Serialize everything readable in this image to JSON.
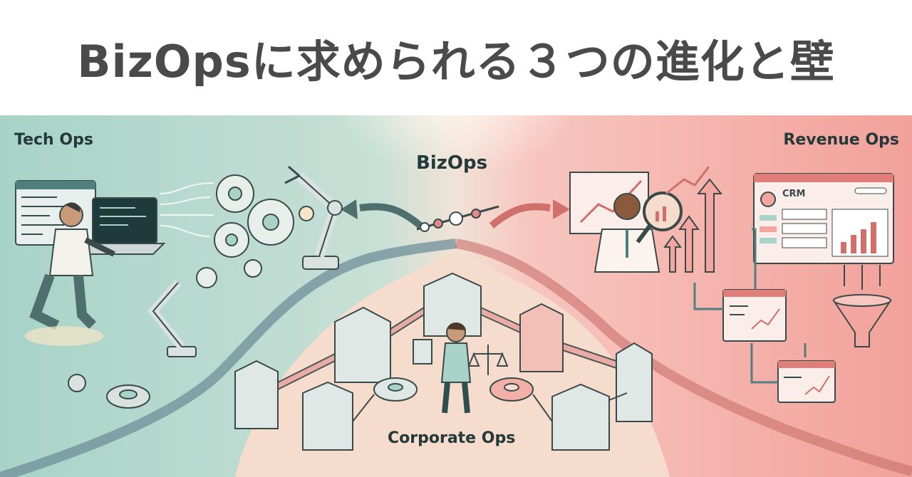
{
  "header": {
    "title": "BizOpsに求められる３つの進化と壁"
  },
  "labels": {
    "tech_ops": "Tech Ops",
    "revenue_ops": "Revenue Ops",
    "bizops": "BizOps",
    "corporate_ops": "Corporate Ops",
    "crm": "CRM"
  },
  "colors": {
    "tech_teal": "#a9d2c8",
    "revenue_red": "#f3a6a0",
    "corporate_peach": "#f6dccd",
    "river": "#6f8f9a",
    "ink": "#3a4a4a"
  },
  "icons": [
    "gear-icon",
    "laptop-icon",
    "robot-arm-icon",
    "magnifier-icon",
    "growth-arrow-icon",
    "funnel-icon",
    "building-icon",
    "scales-icon",
    "document-icon"
  ]
}
